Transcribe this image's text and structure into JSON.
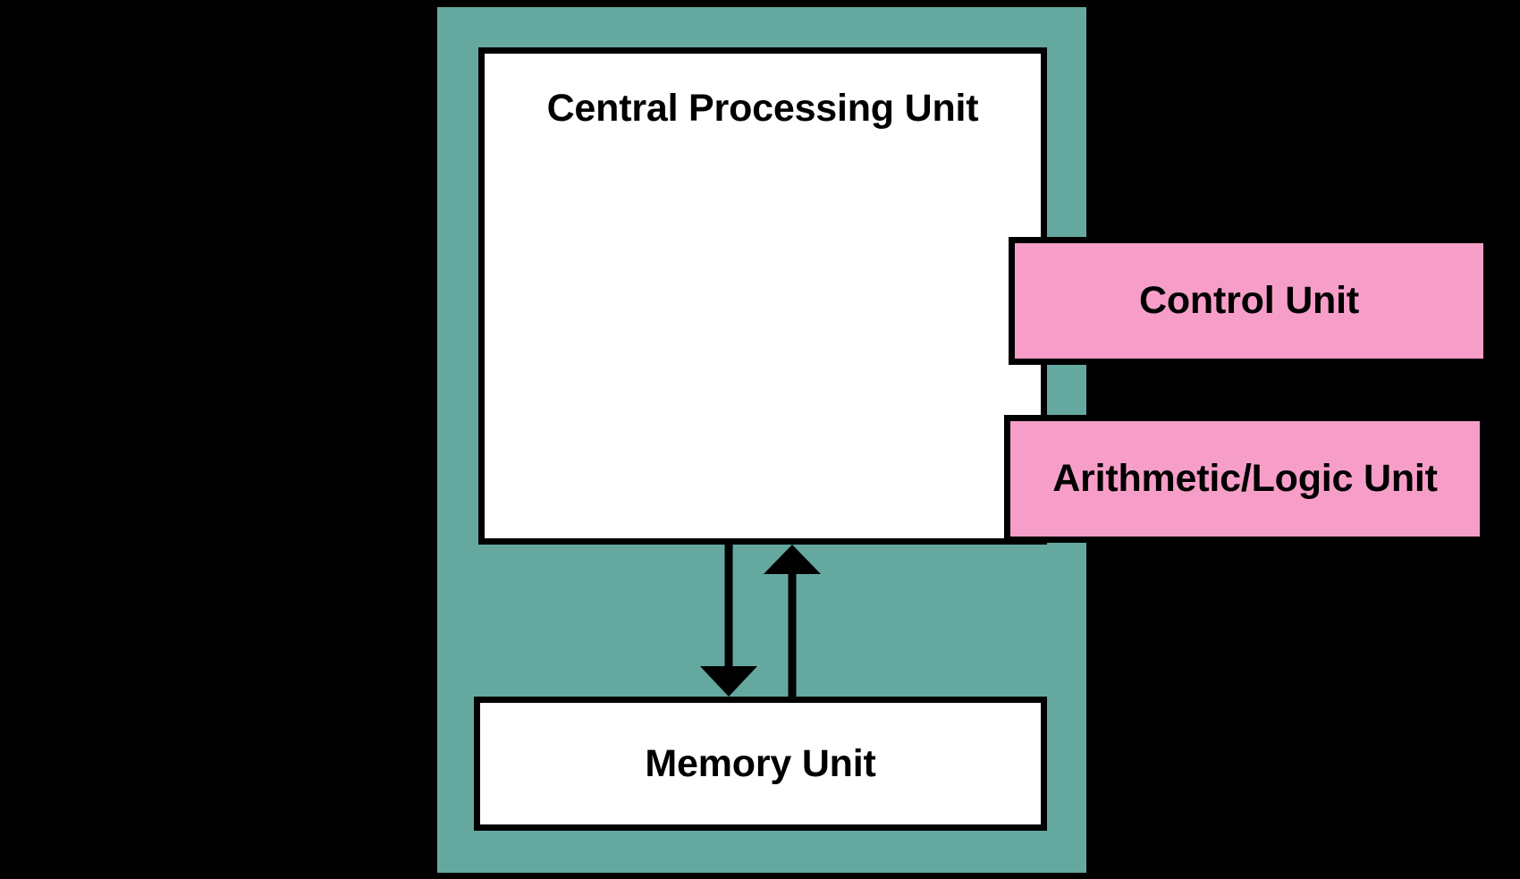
{
  "diagram": {
    "title": "Central Processing Unit and Memory Unit block diagram",
    "background_color": "#000000",
    "frame_color": "#65a8a0",
    "box_fill_white": "#ffffff",
    "box_fill_pink": "#f79ec8",
    "stroke_color": "#000000"
  },
  "cpu": {
    "label": "Central Processing Unit",
    "components": [
      {
        "label": "Control Unit",
        "fill": "#f79ec8"
      },
      {
        "label": "Arithmetic/Logic Unit",
        "fill": "#f79ec8"
      }
    ]
  },
  "memory": {
    "label": "Memory Unit",
    "fill": "#ffffff"
  },
  "connections": [
    {
      "name": "cpu-to-memory",
      "direction": "down",
      "from": "Central Processing Unit",
      "to": "Memory Unit"
    },
    {
      "name": "memory-to-cpu",
      "direction": "up",
      "from": "Memory Unit",
      "to": "Central Processing Unit"
    }
  ]
}
